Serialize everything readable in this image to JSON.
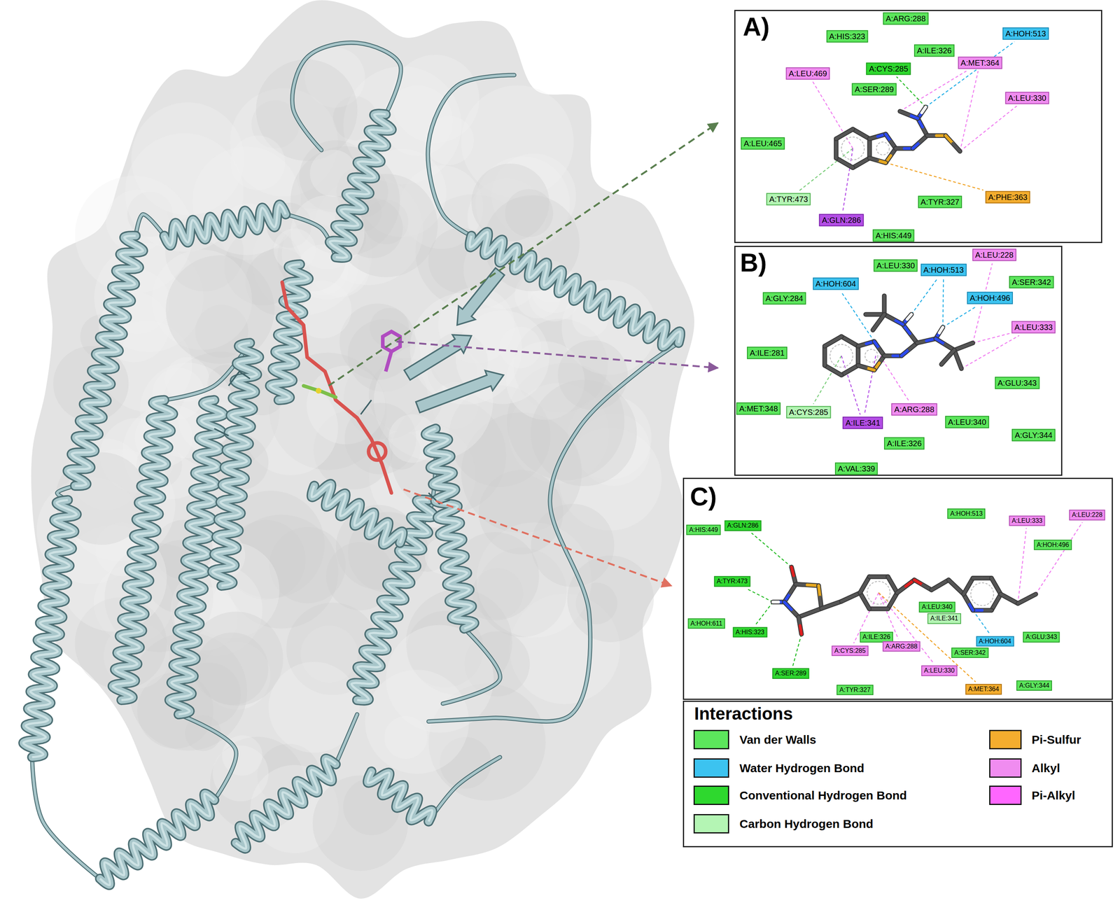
{
  "diagram": {
    "nodes": [
      {
        "text": [
          "A)"
        ]
      },
      {
        "text": [
          "A:ARG:288"
        ],
        "in": 0
      },
      {
        "text": [
          "A:HOH:513"
        ],
        "in": 0
      },
      {
        "text": [
          "A:HIS:323"
        ],
        "in": 0
      },
      {
        "text": [
          "A:ILE:326"
        ],
        "in": 0
      },
      {
        "text": [
          "A:MET:364"
        ],
        "in": 0
      },
      {
        "text": [
          "A:CYS:285"
        ],
        "in": 0
      },
      {
        "text": [
          "A:LEU:469"
        ],
        "in": 0
      },
      {
        "text": [
          "A:SER:289"
        ],
        "in": 0
      },
      {
        "text": [
          "A:LEU:330"
        ],
        "in": 0
      },
      {
        "text": [
          "A:LEU:465"
        ],
        "in": 0
      },
      {
        "text": [
          "A:PHE:363"
        ],
        "in": 0
      },
      {
        "text": [
          "A:TYR:473"
        ],
        "in": 0
      },
      {
        "text": [
          "A:TYR:327"
        ],
        "in": 0
      },
      {
        "text": [
          "A:GLN:286"
        ],
        "in": 0
      },
      {
        "text": [
          "A:HIS:449"
        ],
        "in": 0
      },
      {
        "text": [
          "B)"
        ]
      },
      {
        "text": [
          "A:LEU:228"
        ],
        "in": 16
      },
      {
        "text": [
          "A:LEU:330"
        ],
        "in": 16
      },
      {
        "text": [
          "A:HOH:513"
        ],
        "in": 16
      },
      {
        "text": [
          "A:SER:342"
        ],
        "in": 16
      },
      {
        "text": [
          "A:HOH:604"
        ],
        "in": 16
      },
      {
        "text": [
          "A:GLY:284"
        ],
        "in": 16
      },
      {
        "text": [
          "A:HOH:496"
        ],
        "in": 16
      },
      {
        "text": [
          "A:LEU:333"
        ],
        "in": 16
      },
      {
        "text": [
          "A:ILE:281"
        ],
        "in": 16
      },
      {
        "text": [
          "A:GLU:343"
        ],
        "in": 16
      },
      {
        "text": [
          "A:MET:348"
        ],
        "in": 16
      },
      {
        "text": [
          "A:ARG:288"
        ],
        "in": 16
      },
      {
        "text": [
          "A:CYS:285"
        ],
        "in": 16
      },
      {
        "text": [
          "A:LEU:340"
        ],
        "in": 16
      },
      {
        "text": [
          "A:ILE:341"
        ],
        "in": 16
      },
      {
        "text": [
          "A:GLY:344"
        ],
        "in": 16
      },
      {
        "text": [
          "A:ILE:326"
        ],
        "in": 16
      },
      {
        "text": [
          "A:VAL:339"
        ],
        "in": 16
      },
      {
        "text": [
          "C)"
        ]
      },
      {
        "text": [
          "A:LEU:228"
        ],
        "in": 35
      },
      {
        "text": [
          "A:HOH:513"
        ],
        "in": 35
      },
      {
        "text": [
          "A:LEU:333"
        ],
        "in": 35
      },
      {
        "text": [
          "A:GLN:286"
        ],
        "in": 35
      },
      {
        "text": [
          "A:HIS:449"
        ],
        "in": 35
      },
      {
        "text": [
          "A:HOH:496"
        ],
        "in": 35
      },
      {
        "text": [
          "A:TYR:473"
        ],
        "in": 35
      },
      {
        "text": [
          "A:LEU:340"
        ],
        "in": 35
      },
      {
        "text": [
          "A:ILE:341"
        ],
        "in": 35
      },
      {
        "text": [
          "A:HOH:611"
        ],
        "in": 35
      },
      {
        "text": [
          "A:HIS:323"
        ],
        "in": 35
      },
      {
        "text": [
          "A:GLU:343"
        ],
        "in": 35
      },
      {
        "text": [
          "A:ILE:326"
        ],
        "in": 35
      },
      {
        "text": [
          "A:HOH:604"
        ],
        "in": 35
      },
      {
        "text": [
          "A:ARG:288"
        ],
        "in": 35
      },
      {
        "text": [
          "A:CYS:285"
        ],
        "in": 35
      },
      {
        "text": [
          "A:SER:342"
        ],
        "in": 35
      },
      {
        "text": [
          "A:LEU:330"
        ],
        "in": 35
      },
      {
        "text": [
          "A:SER:289"
        ],
        "in": 35
      },
      {
        "text": [
          "A:GLY:344"
        ],
        "in": 35
      },
      {
        "text": [
          "A:MET:364"
        ],
        "in": 35
      },
      {
        "text": [
          "A:TYR:327"
        ],
        "in": 35
      }
    ],
    "labels": [
      "Interactions"
    ],
    "legend": [
      {
        "text": "Van der Walls",
        "color": "#5ce65c"
      },
      {
        "text": "Pi-Sulfur",
        "color": "#f4ad2e"
      },
      {
        "text": "Water Hydrogen Bond",
        "color": "#3cc3f0"
      },
      {
        "text": "Alkyl",
        "color": "#f08cf0"
      },
      {
        "text": "Conventional Hydrogen Bond",
        "color": "#2ed82e"
      },
      {
        "text": "Pi-Alkyl",
        "color": "#ff66ff"
      },
      {
        "text": "Carbon Hydrogen Bond",
        "color": "#b4f5b4"
      }
    ]
  }
}
